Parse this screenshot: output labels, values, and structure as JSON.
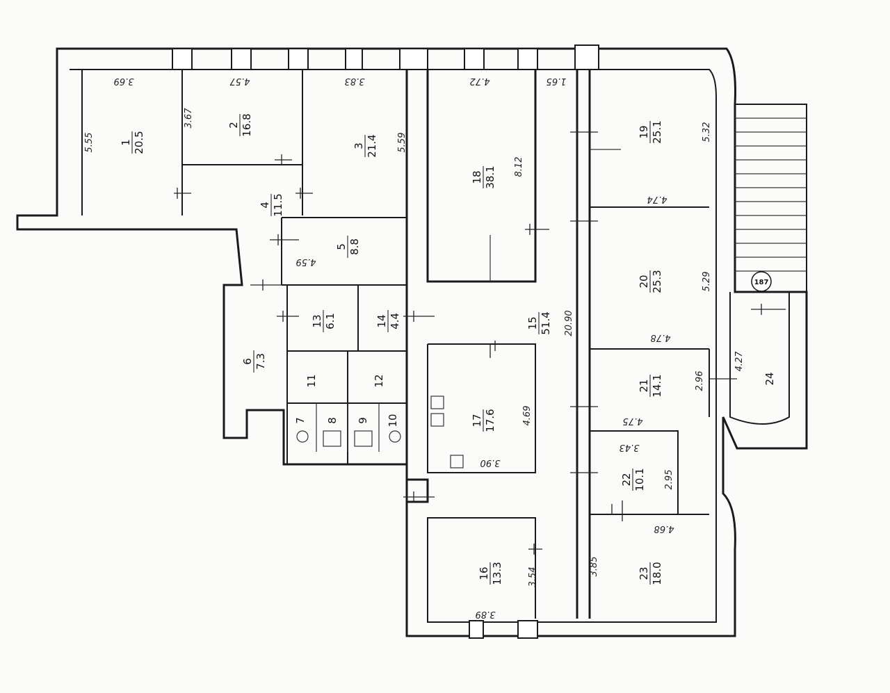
{
  "rooms": [
    {
      "num": "1",
      "area": "20.5"
    },
    {
      "num": "2",
      "area": "16.8"
    },
    {
      "num": "3",
      "area": "21.4"
    },
    {
      "num": "4",
      "area": "11.5"
    },
    {
      "num": "5",
      "area": "8.8"
    },
    {
      "num": "6",
      "area": "7.3"
    },
    {
      "num": "7",
      "area": ""
    },
    {
      "num": "8",
      "area": ""
    },
    {
      "num": "9",
      "area": ""
    },
    {
      "num": "10",
      "area": ""
    },
    {
      "num": "11",
      "area": ""
    },
    {
      "num": "12",
      "area": ""
    },
    {
      "num": "13",
      "area": "6.1"
    },
    {
      "num": "14",
      "area": "4.4"
    },
    {
      "num": "15",
      "area": "51.4"
    },
    {
      "num": "16",
      "area": "13.3"
    },
    {
      "num": "17",
      "area": "17.6"
    },
    {
      "num": "18",
      "area": "38.1"
    },
    {
      "num": "19",
      "area": "25.1"
    },
    {
      "num": "20",
      "area": "25.3"
    },
    {
      "num": "21",
      "area": "14.1"
    },
    {
      "num": "22",
      "area": "10.1"
    },
    {
      "num": "23",
      "area": "18.0"
    },
    {
      "num": "24",
      "area": ""
    }
  ],
  "dimensions": [
    "3.69",
    "4.57",
    "3.83",
    "4.72",
    "1.65",
    "5.55",
    "3.67",
    "5.59",
    "8.12",
    "5.32",
    "4.74",
    "4.59",
    "5.29",
    "20.90",
    "4.78",
    "4.27",
    "2.96",
    "4.75",
    "4.69",
    "3.90",
    "3.43",
    "2.95",
    "4.68",
    "3.85",
    "3.54",
    "3.89"
  ],
  "marker": "187"
}
